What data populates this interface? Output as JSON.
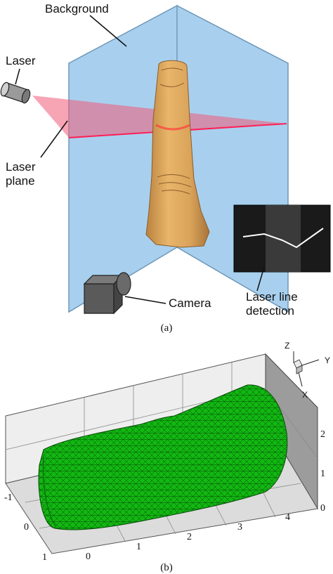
{
  "panel_a": {
    "labels": {
      "background": "Background",
      "laser": "Laser",
      "laser_plane_1": "Laser",
      "laser_plane_2": "plane",
      "camera": "Camera",
      "detection_1": "Laser line",
      "detection_2": "detection"
    },
    "caption": "(a)"
  },
  "panel_b": {
    "caption": "(b)",
    "axes": {
      "z": "Z",
      "y": "Y",
      "x": "X"
    },
    "ticks_left": [
      "-1",
      "0",
      "1"
    ],
    "ticks_bottom": [
      "0",
      "1",
      "2",
      "3",
      "4"
    ],
    "ticks_right": [
      "2",
      "1",
      "0"
    ]
  },
  "colors": {
    "background_plane": "#a8d0ee",
    "laser_plane": "#f05a78",
    "finger": "#d9a35a",
    "mesh": "#11b811",
    "camera": "#555555"
  }
}
